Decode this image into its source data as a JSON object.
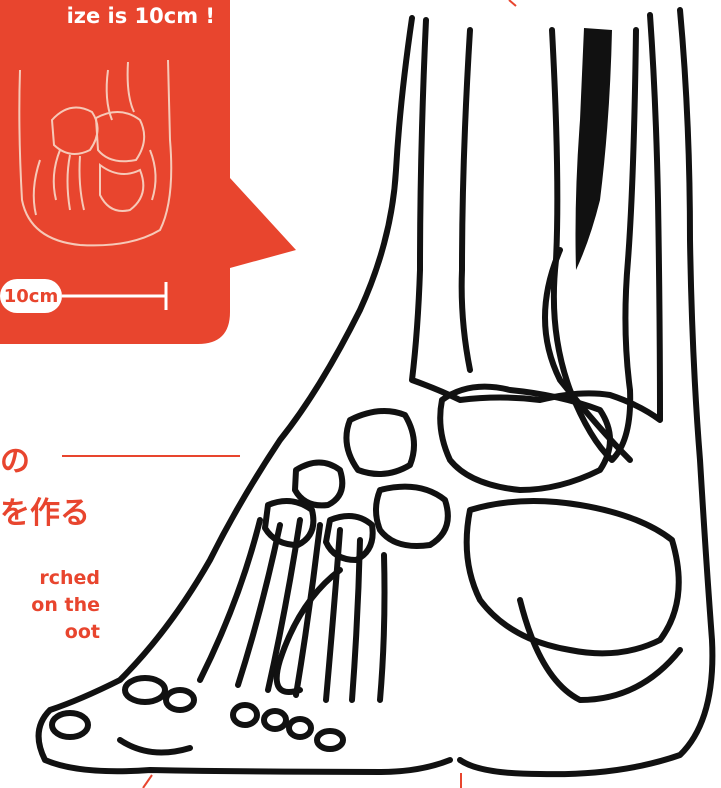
{
  "callout": {
    "title": "ize is 10cm !",
    "scale_label": "10cm",
    "color": "#e8452e"
  },
  "caption": {
    "jp_line1": "の",
    "jp_line2": "を作る",
    "en_lines": [
      "rched",
      "on the",
      "oot"
    ],
    "color": "#e8452e"
  },
  "illustration": {
    "subject": "foot-and-ankle-skeleton",
    "stroke_color": "#111111"
  }
}
